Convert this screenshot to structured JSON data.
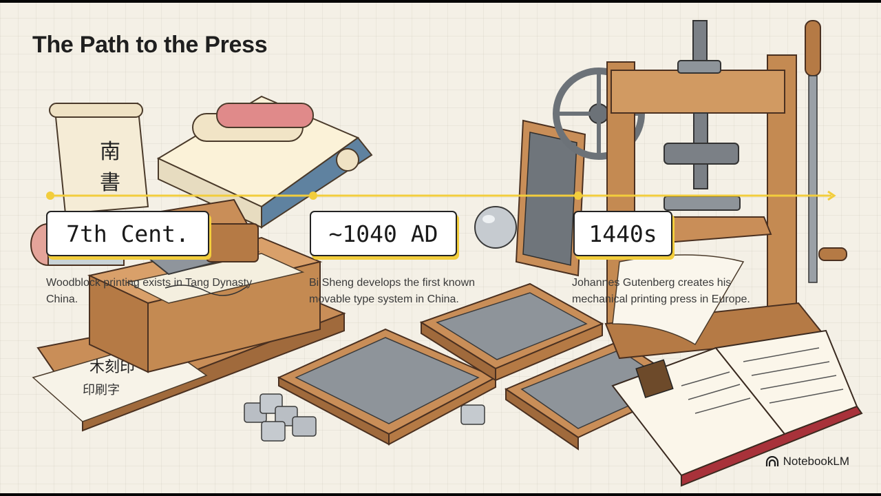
{
  "title": "The Path to the Press",
  "milestones": [
    {
      "date": "7th Cent.",
      "description": "Woodblock printing exists in Tang Dynasty China."
    },
    {
      "date": "~1040 AD",
      "description": "Bi Sheng develops the first known movable type system in China."
    },
    {
      "date": "1440s",
      "description": "Johannes Gutenberg creates his mechanical printing press in Europe."
    }
  ],
  "brand": {
    "name": "NotebookLM",
    "icon": "notebooklm-logo-icon"
  },
  "colors": {
    "accent": "#f2cd3c",
    "background": "#f4f0e6",
    "text": "#1f1f1f"
  }
}
